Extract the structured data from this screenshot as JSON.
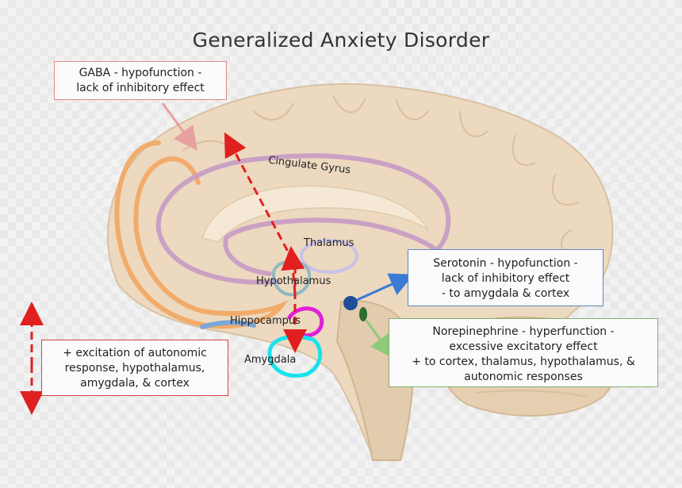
{
  "title": "Generalized Anxiety Disorder",
  "gaba_box": {
    "lines": [
      "GABA - hypofunction -",
      "lack of inhibitory effect"
    ],
    "color": "#e08a8a"
  },
  "excitation_box": {
    "lines": [
      "+ excitation of autonomic",
      "response, hypothalamus,",
      "amygdala, & cortex"
    ],
    "color": "#d94040"
  },
  "serotonin_box": {
    "lines": [
      "Serotonin - hypofunction -",
      "lack of inhibitory effect",
      "- to amygdala & cortex"
    ],
    "color": "#5b87c7"
  },
  "norepinephrine_box": {
    "lines": [
      "Norepinephrine - hyperfunction -",
      "excessive excitatory effect",
      "+ to cortex, thalamus, hypothalamus, &",
      "autonomic responses"
    ],
    "color": "#7fb069"
  },
  "regions": {
    "cingulate_gyrus": {
      "label": "Cingulate Gyrus",
      "color": "#c79ac4"
    },
    "thalamus": {
      "label": "Thalamus",
      "color": "#c9c2e8"
    },
    "hypothalamus": {
      "label": "Hypothalamus",
      "color": "#8fb8c2"
    },
    "hippocampus": {
      "label": "Hippocampus",
      "color": "#e020d8"
    },
    "amygdala": {
      "label": "Amygdala",
      "color": "#17e3ee"
    },
    "prefrontal_cortex": {
      "color": "#f3a560"
    }
  },
  "arrows": {
    "excitation": "#e02020",
    "serotonin": "#3a7bd5",
    "norepinephrine": "#8fc97a"
  }
}
